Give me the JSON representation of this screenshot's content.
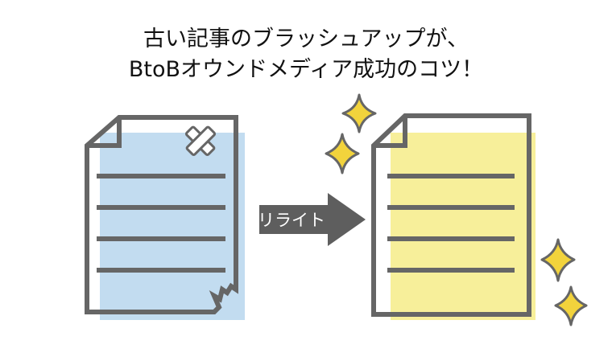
{
  "title": {
    "line1": "古い記事のブラッシュアップが、",
    "line2": "BtoBオウンドメディア成功のコツ！"
  },
  "arrow": {
    "label": "リライト"
  },
  "colors": {
    "old_fill": "#c2dcf0",
    "new_fill": "#f7ef9a",
    "outline": "#666666",
    "arrow": "#5e5e5e",
    "sparkle": "#f2d33c"
  }
}
